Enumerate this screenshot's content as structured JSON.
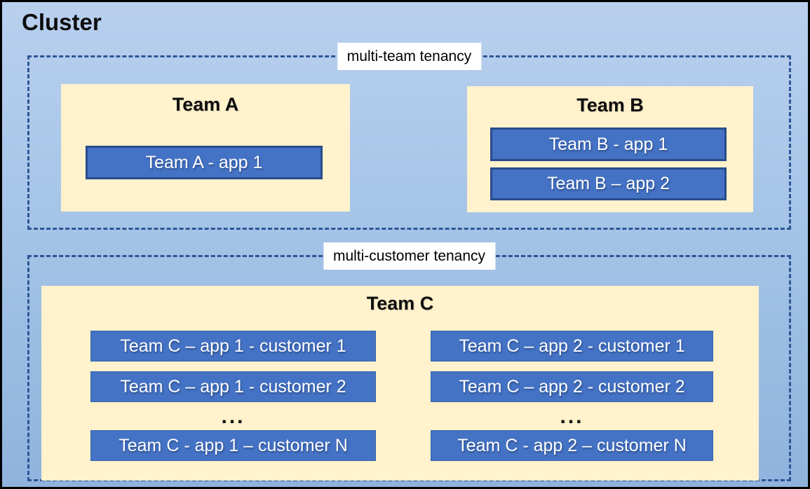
{
  "title": "Cluster",
  "multi_team": {
    "label": "multi-team tenancy",
    "team_a": {
      "name": "Team A",
      "app1": "Team A - app 1"
    },
    "team_b": {
      "name": "Team B",
      "app1": "Team B - app 1",
      "app2": "Team B – app 2"
    }
  },
  "multi_customer": {
    "label": "multi-customer tenancy",
    "team_c": {
      "name": "Team C",
      "ellipsis": "...",
      "col1": {
        "row1": "Team C – app 1 - customer 1",
        "row2": "Team C – app 1 - customer 2",
        "rowN": "Team C - app 1 – customer N"
      },
      "col2": {
        "row1": "Team C – app 2 - customer 1",
        "row2": "Team C – app 2 - customer 2",
        "rowN": "Team C - app 2 – customer N"
      }
    }
  },
  "colors": {
    "canvas_top": "#b9d0ee",
    "canvas_bottom": "#8fb3dd",
    "panel_fill": "#fff2cc",
    "app_fill": "#4472c4",
    "app_border": "#2a4c8c",
    "dashed_border": "#2e5597",
    "outer_border": "#000000",
    "app_text": "#ffffff",
    "title_text": "#0d0d0d",
    "label_bg": "#ffffff"
  }
}
